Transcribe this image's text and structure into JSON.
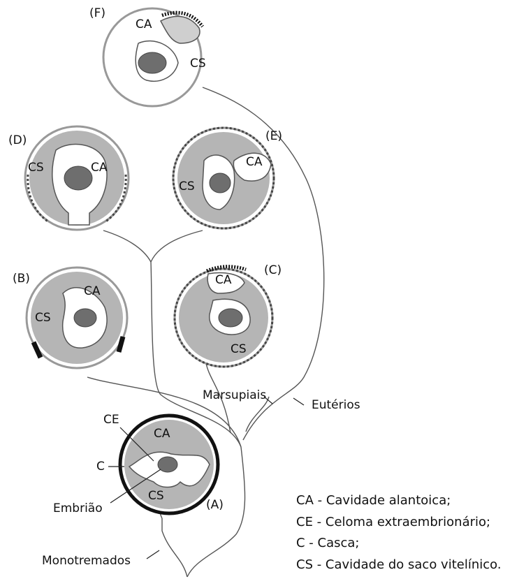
{
  "stages": {
    "a": "(A)",
    "b": "(B)",
    "c": "(C)",
    "d": "(D)",
    "e": "(E)",
    "f": "(F)"
  },
  "abbr": {
    "ca": "CA",
    "ce": "CE",
    "c": "C",
    "cs": "CS"
  },
  "labels": {
    "embryo": "Embrião",
    "monotremes": "Monotremados",
    "marsupials": "Marsupiais",
    "eutherians": "Eutérios"
  },
  "legend": [
    "CA - Cavidade alantoica;",
    "CE - Celoma extraembrionário;",
    "C - Casca;",
    "CS - Cavidade do saco vitelínico."
  ]
}
